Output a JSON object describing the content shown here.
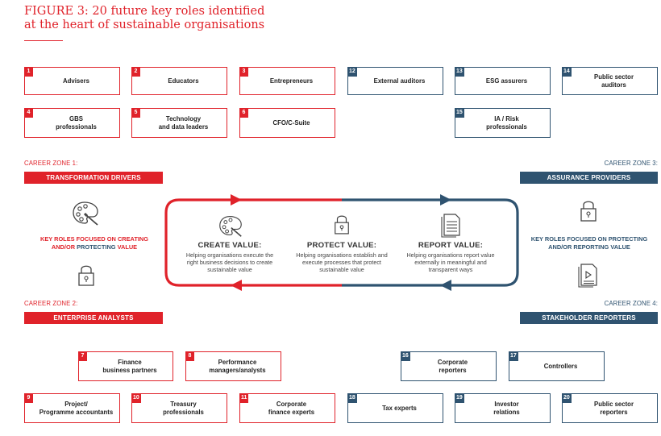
{
  "title": {
    "line1": "FIGURE 3: 20 future key roles identified",
    "line2": "at the heart of sustainable organisations"
  },
  "colors": {
    "red": "#e0222a",
    "blue": "#2f5370"
  },
  "roles": [
    {
      "num": "1",
      "label": "Advisers"
    },
    {
      "num": "2",
      "label": "Educators"
    },
    {
      "num": "3",
      "label": "Entrepreneurs"
    },
    {
      "num": "4",
      "label": "GBS\nprofessionals"
    },
    {
      "num": "5",
      "label": "Technology\nand data leaders"
    },
    {
      "num": "6",
      "label": "CFO/C-Suite"
    },
    {
      "num": "7",
      "label": "Finance\nbusiness partners"
    },
    {
      "num": "8",
      "label": "Performance\nmanagers/analysts"
    },
    {
      "num": "9",
      "label": "Project/\nProgramme accountants"
    },
    {
      "num": "10",
      "label": "Treasury\nprofessionals"
    },
    {
      "num": "11",
      "label": "Corporate\nfinance experts"
    },
    {
      "num": "12",
      "label": "External auditors"
    },
    {
      "num": "13",
      "label": "ESG assurers"
    },
    {
      "num": "14",
      "label": "Public sector\nauditors"
    },
    {
      "num": "15",
      "label": "IA / Risk\nprofessionals"
    },
    {
      "num": "16",
      "label": "Corporate\nreporters"
    },
    {
      "num": "17",
      "label": "Controllers"
    },
    {
      "num": "18",
      "label": "Tax experts"
    },
    {
      "num": "19",
      "label": "Investor\nrelations"
    },
    {
      "num": "20",
      "label": "Public sector\nreporters"
    }
  ],
  "zones": {
    "z1": {
      "label": "CAREER ZONE 1:",
      "bar": "TRANSFORMATION DRIVERS"
    },
    "z2": {
      "label": "CAREER ZONE 2:",
      "bar": "ENTERPRISE ANALYSTS"
    },
    "z3": {
      "label": "CAREER ZONE 3:",
      "bar": "ASSURANCE PROVIDERS"
    },
    "z4": {
      "label": "CAREER ZONE 4:",
      "bar": "STAKEHOLDER REPORTERS"
    }
  },
  "left_focus": {
    "l1a": "KEY ROLES FOCUSED ON ",
    "l1b": "CREATING",
    "l2a": "AND/OR ",
    "l2b": "PROTECTING",
    "l2c": " VALUE"
  },
  "right_focus": {
    "l1a": "KEY ROLES FOCUSED ON ",
    "l1b": "PROTECTING",
    "l2a": "AND/OR ",
    "l2b": "REPORTING",
    "l2c": " VALUE"
  },
  "values": {
    "create": {
      "title": "CREATE VALUE:",
      "desc": "Helping organisations execute the right business decisions to create sustainable value"
    },
    "protect": {
      "title": "PROTECT VALUE:",
      "desc": "Helping organisations establish and execute processes that protect sustainable value"
    },
    "report": {
      "title": "REPORT VALUE:",
      "desc": "Helping organisations report value externally in meaningful and transparent ways"
    }
  },
  "icons": [
    "palette-icon",
    "padlock-icon",
    "document-icon"
  ]
}
